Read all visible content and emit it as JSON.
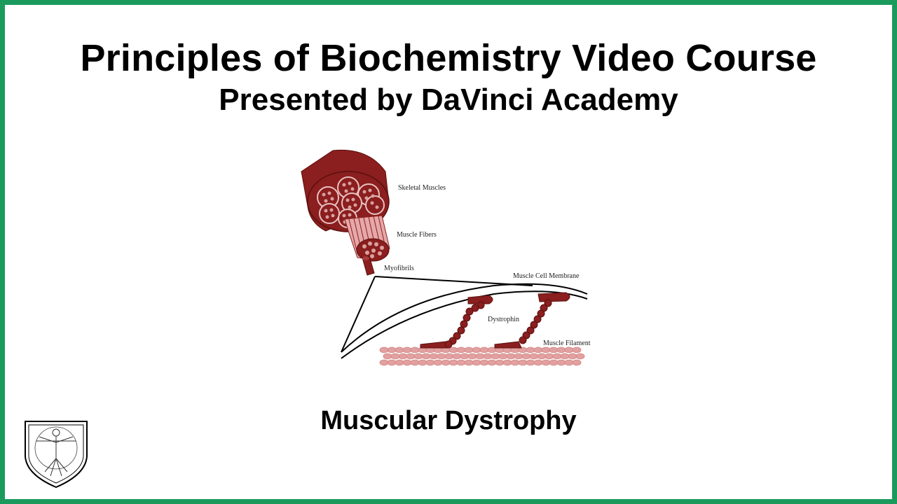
{
  "header": {
    "title": "Principles of Biochemistry Video Course",
    "subtitle": "Presented by DaVinci Academy"
  },
  "diagram": {
    "labels": {
      "skeletal_muscles": "Skeletal Muscles",
      "muscle_fibers": "Muscle Fibers",
      "myofibrils": "Myofibrils",
      "muscle_cell_membrane": "Muscle Cell Membrane",
      "dystrophin": "Dystrophin",
      "muscle_filament": "Muscle Filament"
    },
    "colors": {
      "muscle": "#8b1e1e",
      "muscle_dark": "#5a1010",
      "fiber_spots": "#d9a0a0",
      "filament": "#e3a0a0"
    }
  },
  "topic": {
    "title": "Muscular Dystrophy"
  },
  "logo": {
    "icon": "vitruvian-man-shield-icon"
  },
  "theme": {
    "border_color": "#1a9a5c"
  }
}
